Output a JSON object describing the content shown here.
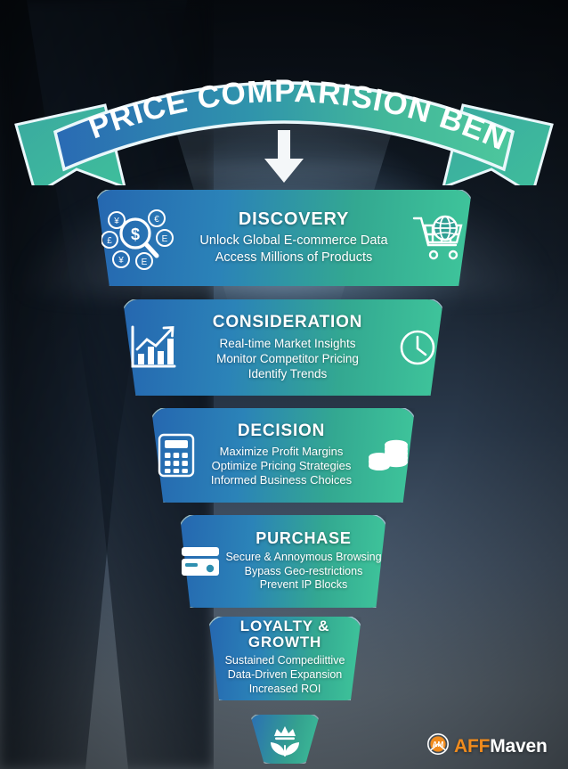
{
  "header": {
    "ribbon_title": "PROXY PRICE COMPARISION BENEFITS",
    "arrow_icon": "down-arrow-icon"
  },
  "colors": {
    "gradient_start": "#2567b0",
    "gradient_mid": "#2b83b8",
    "gradient_end": "#3fc69b",
    "ribbon_start": "#2a6ab4",
    "ribbon_end": "#4dc79d",
    "outline": "#bfebf5",
    "text": "#ffffff",
    "brand_accent": "#f08b1d",
    "background_top": "#070b11",
    "background_bottom": "#6d7984"
  },
  "funnel": {
    "stages": [
      {
        "title": "DISCOVERY",
        "lines": [
          "Unlock Global E-commerce Data",
          "Access Millions of Products"
        ],
        "icon_left": "currency-magnifier-icon",
        "icon_right": "shopping-cart-globe-icon"
      },
      {
        "title": "CONSIDERATION",
        "lines": [
          "Real-time Market Insights",
          "Monitor Competitor Pricing",
          "Identify Trends"
        ],
        "icon_left": "growth-bar-chart-icon",
        "icon_right": "clock-icon"
      },
      {
        "title": "DECISION",
        "lines": [
          "Maximize Profit Margins",
          "Optimize Pricing Strategies",
          "Informed Business Choices"
        ],
        "icon_left": "calculator-icon",
        "icon_right": "coin-stacks-icon"
      },
      {
        "title": "PURCHASE",
        "lines": [
          "Secure & Annoymous Browsing",
          "Bypass Geo-restrictions",
          "Prevent IP Blocks"
        ],
        "icon_left": "credit-card-icon",
        "icon_right": ""
      },
      {
        "title": "LOYALTY & GROWTH",
        "lines": [
          "Sustained Compediittive",
          "Data-Driven Expansion",
          "Increased ROI"
        ],
        "icon_left": "",
        "icon_right": ""
      }
    ],
    "tip_icon": "crown-leaves-icon"
  },
  "watermark": {
    "logo_icon": "am-monogram-icon",
    "brand_primary": "AFF",
    "brand_secondary": "Maven"
  }
}
